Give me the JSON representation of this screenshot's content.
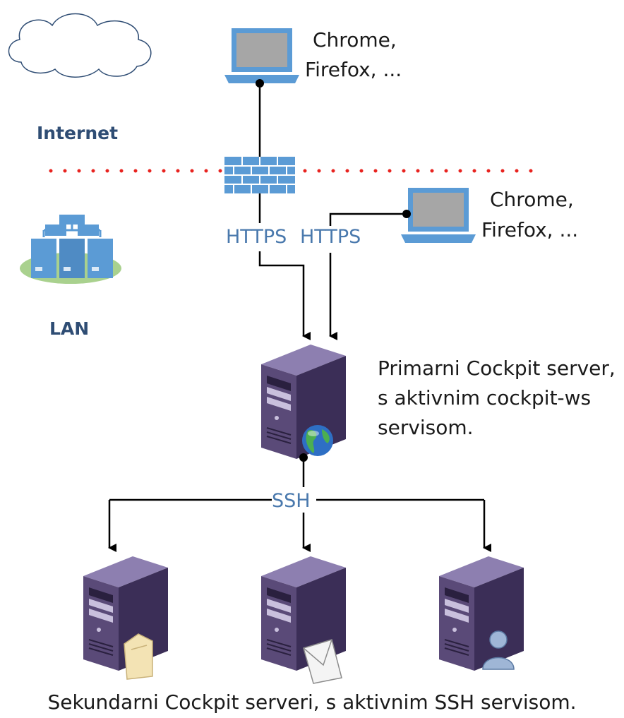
{
  "zones": {
    "internet": "Internet",
    "lan": "LAN"
  },
  "clients": {
    "top": {
      "line1": "Chrome,",
      "line2": "Firefox, ..."
    },
    "lan": {
      "line1": "Chrome,",
      "line2": "Firefox, ..."
    }
  },
  "protocols": {
    "https_1": "HTTPS",
    "https_2": "HTTPS",
    "ssh": "SSH"
  },
  "primary": {
    "line1": "Primarni Cockpit server,",
    "line2": "s aktivnim cockpit-ws",
    "line3": "servisom."
  },
  "secondary": {
    "caption": "Sekundarni Cockpit serveri, s aktivnim SSH servisom."
  },
  "colors": {
    "zone_text": "#2f4d74",
    "protocol_text": "#4a79ad",
    "server_purple": "#5a4a78",
    "firewall_blue": "#5b9bd5",
    "dotted_line": "#e8231f"
  },
  "icons": [
    "cloud-icon",
    "laptop-icon",
    "firewall-icon",
    "lan-network-icon",
    "server-globe-icon",
    "server-document-icon",
    "server-mail-icon",
    "server-user-icon"
  ]
}
